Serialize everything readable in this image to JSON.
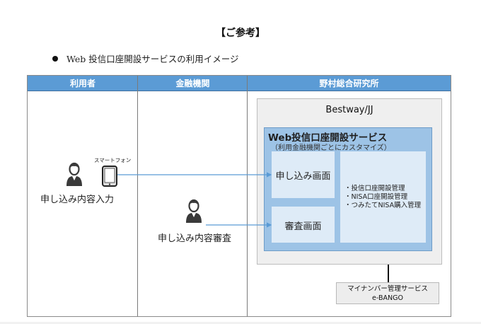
{
  "title": "【ご参考】",
  "bullet": "Web 投信口座開設サービスの利用イメージ",
  "table": {
    "columns": [
      "利用者",
      "金融機関",
      "野村総合研究所"
    ],
    "user_lane": {
      "device_label": "スマートフォン",
      "action": "申し込み内容入力"
    },
    "bank_lane": {
      "action": "申し込み内容審査"
    },
    "nri_lane": {
      "platform": "Bestway/JJ",
      "service_title": "Web投信口座開設サービス",
      "service_subtitle": "（利用金融機関ごとにカスタマイズ）",
      "screens": [
        "申し込み画面",
        "審査画面"
      ],
      "features": [
        "・投信口座開設管理",
        "・NISA口座開設管理",
        "・つみたてNISA購入管理"
      ],
      "external_service": {
        "name": "マイナンバー管理サービス",
        "product": "e-BANGO"
      }
    }
  },
  "colors": {
    "header": "#5b9bd5",
    "service_box": "#9dc3e6",
    "inner_box": "#deebf7",
    "platform_box": "#efefef",
    "arrow": "#5b9bd5"
  }
}
